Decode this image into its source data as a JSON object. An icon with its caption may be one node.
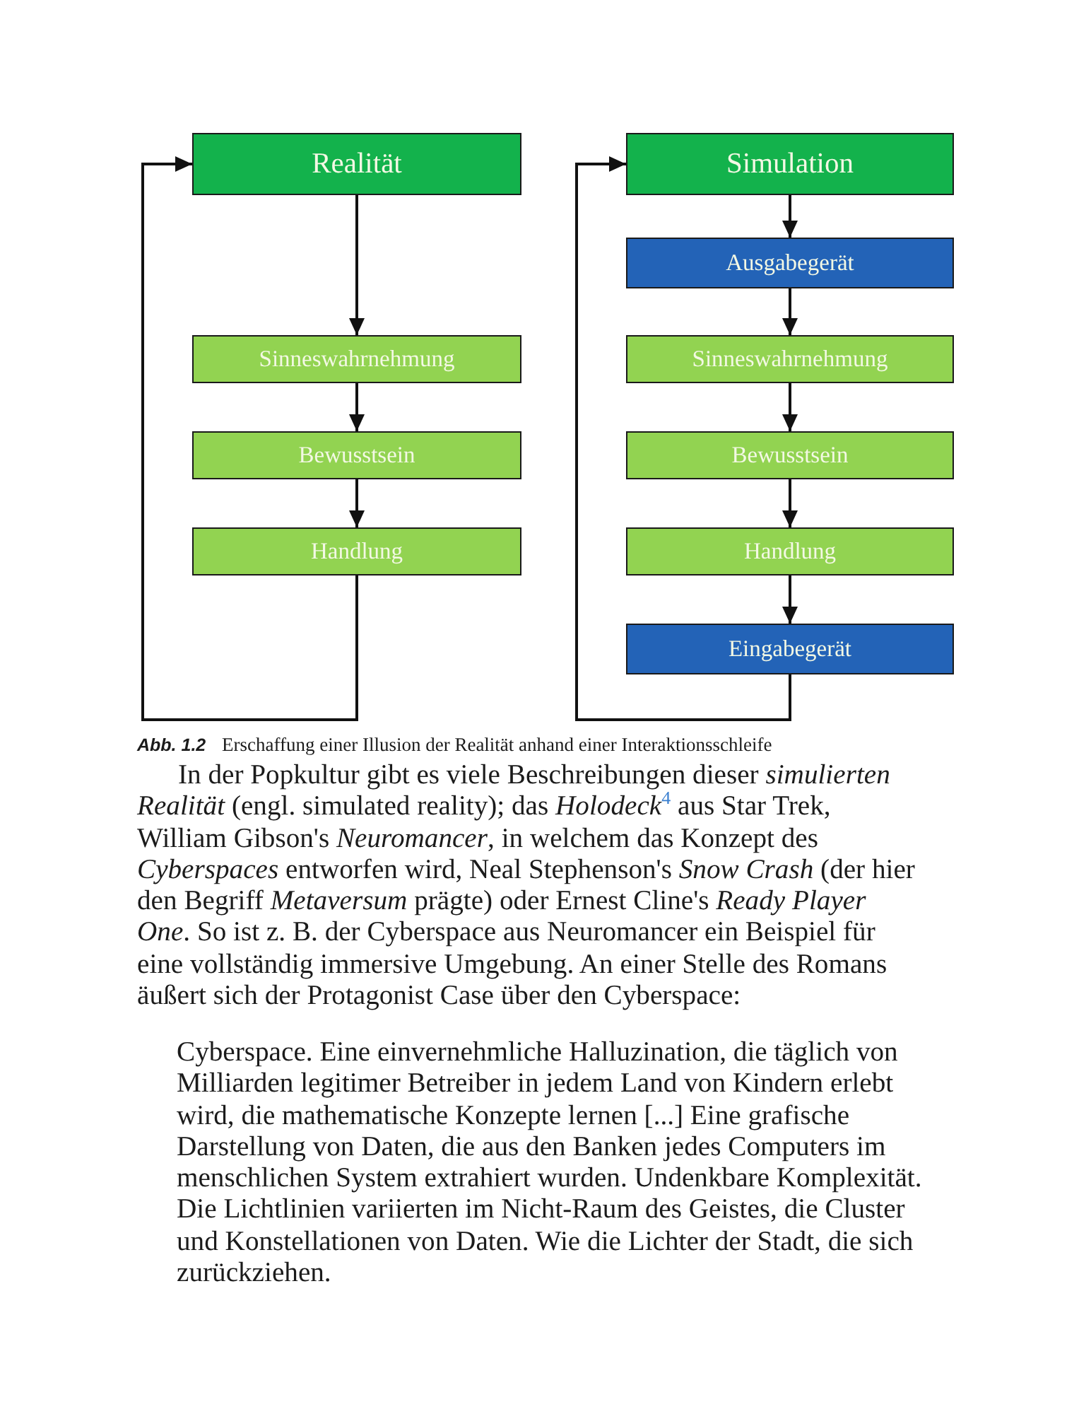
{
  "diagram": {
    "nodes": [
      {
        "text": [
          "Realität"
        ]
      },
      {
        "text": [
          "Sinneswahrnehmung"
        ]
      },
      {
        "text": [
          "Bewusstsein"
        ]
      },
      {
        "text": [
          "Handlung"
        ]
      },
      {
        "text": [
          "Simulation"
        ]
      },
      {
        "text": [
          "Ausgabegerät"
        ]
      },
      {
        "text": [
          "Sinneswahrnehmung"
        ]
      },
      {
        "text": [
          "Bewusstsein"
        ]
      },
      {
        "text": [
          "Handlung"
        ]
      },
      {
        "text": [
          "Eingabegerät"
        ]
      }
    ],
    "edges": [
      {
        "from": 0,
        "to": 1,
        "arrow": "to"
      },
      {
        "from": 1,
        "to": 2,
        "arrow": "to"
      },
      {
        "from": 2,
        "to": 3,
        "arrow": "to"
      },
      {
        "from": 3,
        "to": 0,
        "arrow": "to"
      },
      {
        "from": 4,
        "to": 5,
        "arrow": "to"
      },
      {
        "from": 5,
        "to": 6,
        "arrow": "to"
      },
      {
        "from": 6,
        "to": 7,
        "arrow": "to"
      },
      {
        "from": 7,
        "to": 8,
        "arrow": "to"
      },
      {
        "from": 8,
        "to": 9,
        "arrow": "to"
      },
      {
        "from": 9,
        "to": 4,
        "arrow": "to"
      }
    ],
    "caption": "**Abb. 1.2** Erschaffung einer Illusion der Realität anhand einer Interaktionsschleife",
    "labels": [
      "In der Popkultur gibt es viele Beschreibungen dieser *simulierten Realität* (engl. simulated reality); das *Holodeck*$^{4}$ aus Star Trek, William Gibson's *Neuromancer*, in welchem das Konzept des *Cyberspaces* entworfen wird, Neal Stephenson's *Snow Crash* (der hier den Begriff *Metaversum* prägte) oder Ernest Cline's *Ready Player One*. So ist z. B. der Cyberspace aus Neuromancer ein Beispiel für eine vollständig immersive Umgebung. An einer Stelle des Romans äußert sich der Protagonist Case über den Cyberspace:",
      "Cyberspace. Eine einvernehmliche Halluzination, die täglich von Milliarden legitimer Betreiber in jedem Land von Kindern erlebt wird, die mathematische Konzepte lernen [...] Eine grafische Darstellung von Daten, die aus den Banken jedes Computers im menschlichen System extrahiert wurden. Undenkbare Komplexität. Die Lichtlinien variierten im Nicht-Raum des Geistes, die Cluster und Konstellationen von Daten. Wie die Lichter der Stadt, die sich zurückziehen."
    ]
  }
}
